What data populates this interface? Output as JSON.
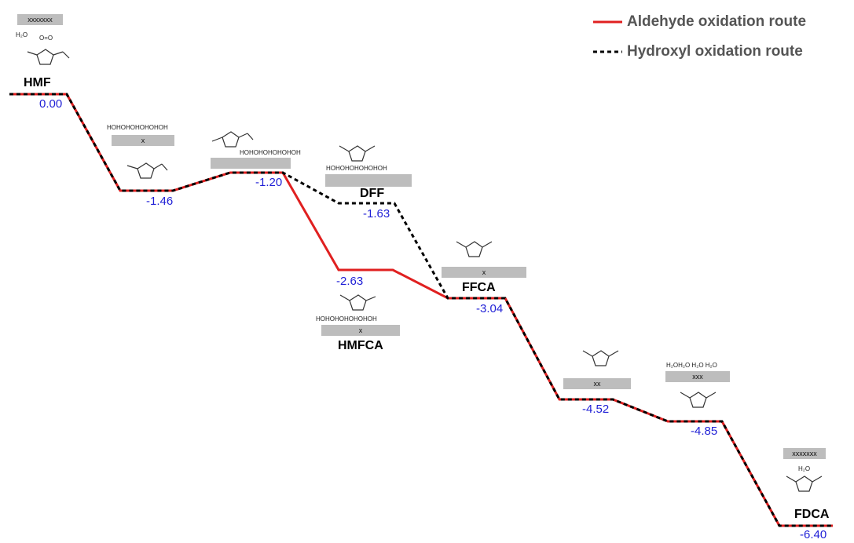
{
  "legend": {
    "aldehyde_label": "Aldehyde oxidation route",
    "hydroxyl_label": "Hydroxyl oxidation route",
    "aldehyde_color": "#e02020",
    "hydroxyl_color": "#000000"
  },
  "species": {
    "hmf": "HMF",
    "dff": "DFF",
    "ffca": "FFCA",
    "hmfca": "HMFCA",
    "fdca": "FDCA"
  },
  "energies": {
    "e0": "0.00",
    "e1": "-1.46",
    "e2": "-1.20",
    "e_dff": "-1.63",
    "e_hmfca": "-2.63",
    "e_ffca": "-3.04",
    "e_452": "-4.52",
    "e_485": "-4.85",
    "e_fdca": "-6.40"
  },
  "chart_data": {
    "type": "line",
    "series": [
      {
        "name": "Aldehyde oxidation route",
        "values": [
          0.0,
          -1.46,
          -1.2,
          -2.63,
          -3.04,
          -4.52,
          -4.85,
          -6.4
        ]
      },
      {
        "name": "Hydroxyl oxidation route",
        "values": [
          0.0,
          -1.46,
          -1.2,
          -1.63,
          -3.04,
          -4.52,
          -4.85,
          -6.4
        ]
      }
    ]
  },
  "labels": {
    "slab_hmf": "xxxxxxx",
    "water": "H₂O",
    "oxygen": "O=O",
    "slab_x": "x",
    "slab_xx": "xx",
    "slab_xxx": "xxx",
    "slab_fdca": "xxxxxxx",
    "hydroxyls6": "HOHOHOHOHOHOH",
    "h2oh2o": "H₂OH₂O H₂O H₂O",
    "h2o_small": "H₂O"
  }
}
